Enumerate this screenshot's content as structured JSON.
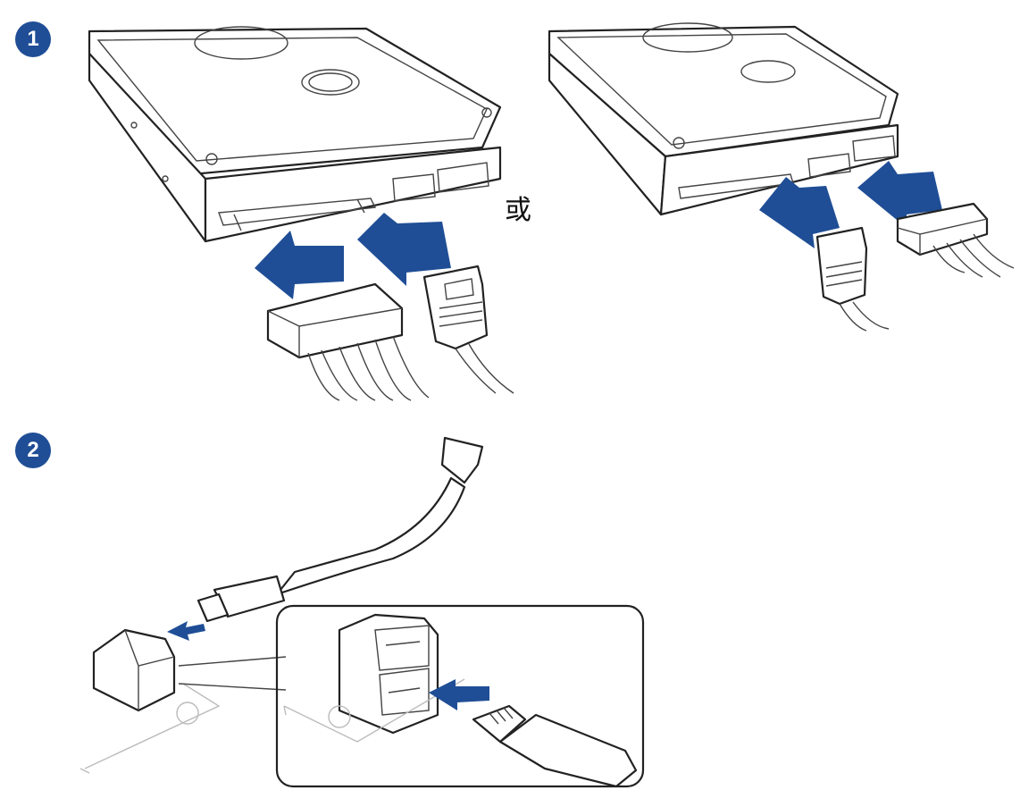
{
  "steps": [
    {
      "number": "1"
    },
    {
      "number": "2"
    }
  ],
  "or_label": "或",
  "colors": {
    "accent": "#1f4e96",
    "line": "#222222"
  },
  "icons": [
    "hdd-icon",
    "sata-power-cable-icon",
    "molex-power-cable-icon",
    "sata-data-cable-icon",
    "sata-port-icon",
    "insert-arrow-icon"
  ]
}
